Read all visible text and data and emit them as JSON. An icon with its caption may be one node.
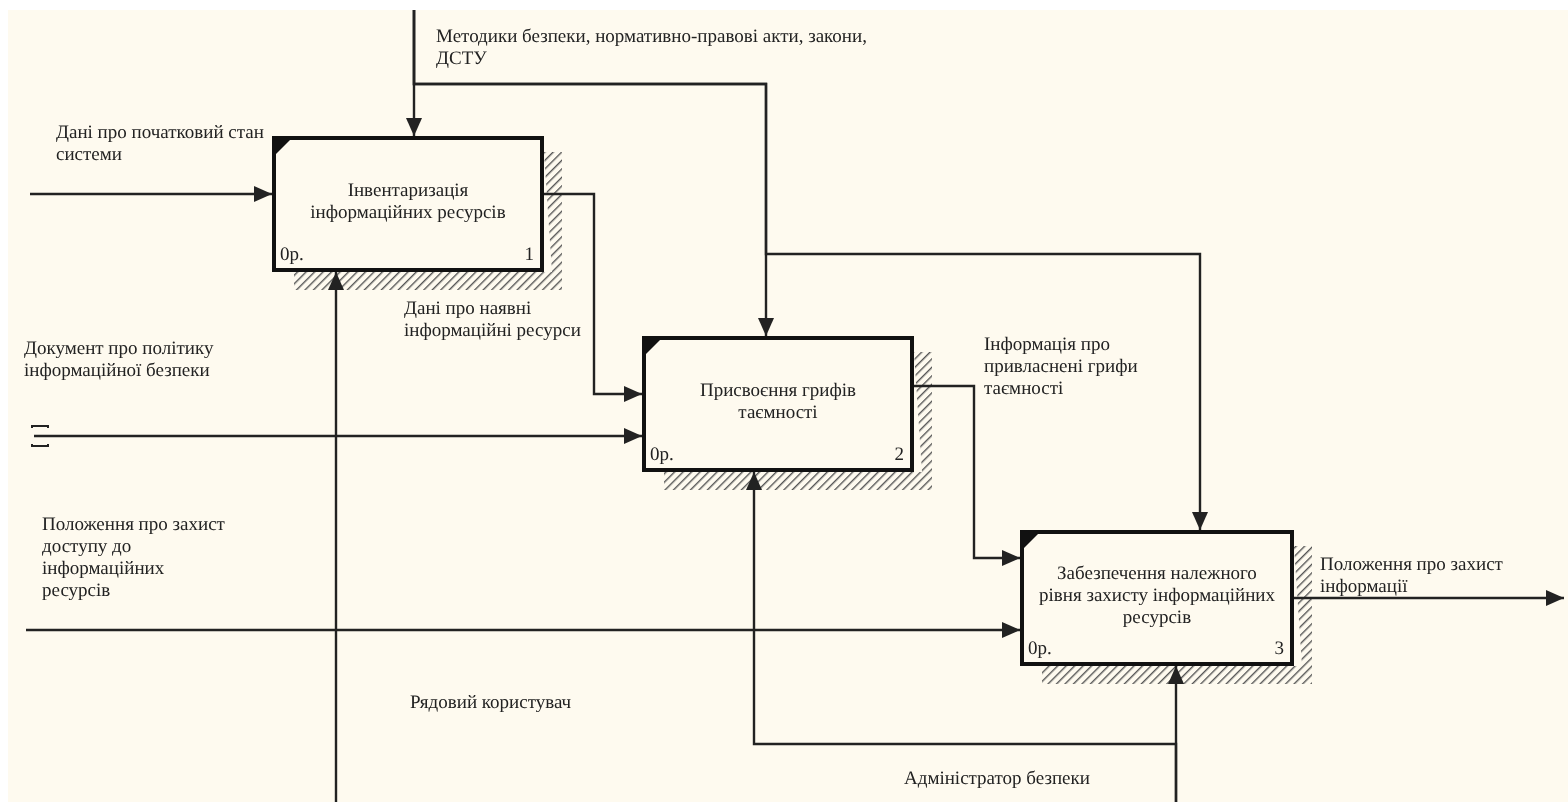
{
  "diagram": {
    "nodes": [
      {
        "text": [
          "Інвентаризація інформаційних ресурсів",
          "0р.",
          "1"
        ]
      },
      {
        "text": [
          "Присвоєння грифів таємності",
          "0р.",
          "2"
        ]
      },
      {
        "text": [
          "Забезпечення належного рівня захисту інформаційних ресурсів",
          "0р.",
          "3"
        ]
      }
    ],
    "edges": [
      {
        "from": null,
        "to": 0,
        "arrow": "to",
        "label": "Дані про початковий стан системи"
      },
      {
        "from": null,
        "to": 0,
        "arrow": "to",
        "label": "Методики безпеки, нормативно-правові акти, закони, ДСТУ"
      },
      {
        "from": null,
        "to": 1,
        "arrow": "to"
      },
      {
        "from": null,
        "to": 2,
        "arrow": "to"
      },
      {
        "from": 0,
        "to": 1,
        "arrow": "to",
        "label": "Дані про наявні інформаційні ресурси"
      },
      {
        "from": null,
        "to": 1,
        "arrow": "to",
        "label": "Документ про політику інформаційної безпеки"
      },
      {
        "from": 1,
        "to": 2,
        "arrow": "to",
        "label": "Інформація про привласнені грифи таємності"
      },
      {
        "from": null,
        "to": 2,
        "arrow": "to",
        "label": "Положення про захист доступу до інформаційних ресурсів"
      },
      {
        "from": 2,
        "to": null,
        "arrow": "to",
        "label": "Положення про захист інформації"
      },
      {
        "from": null,
        "to": 0,
        "arrow": "to",
        "label": "Рядовий користувач"
      },
      {
        "from": null,
        "to": 1,
        "arrow": "to",
        "label": "Адміністратор безпеки"
      },
      {
        "from": null,
        "to": 2,
        "arrow": "to"
      }
    ]
  }
}
